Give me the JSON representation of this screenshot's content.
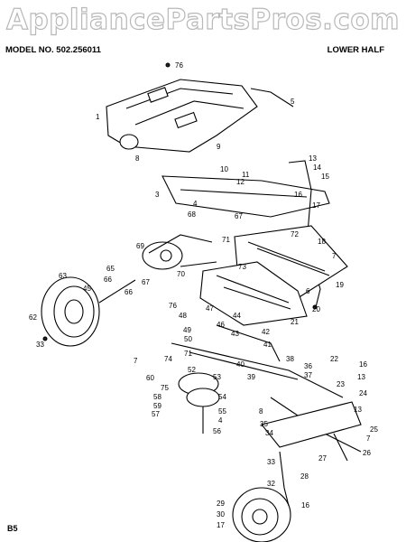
{
  "watermark": "AppliancePartsPros.com",
  "header": {
    "model": "MODEL NO. 502.256011",
    "section": "LOWER HALF"
  },
  "footer": {
    "page": "B5"
  },
  "callouts": [
    "76",
    "1",
    "5",
    "9",
    "8",
    "10",
    "11",
    "12",
    "13",
    "14",
    "15",
    "3",
    "16",
    "17",
    "68",
    "4",
    "67",
    "18",
    "72",
    "7",
    "69",
    "71",
    "73",
    "19",
    "65",
    "70",
    "45",
    "66",
    "67",
    "63",
    "6",
    "20",
    "76",
    "62",
    "48",
    "47",
    "44",
    "21",
    "49",
    "50",
    "46",
    "43",
    "42",
    "33",
    "71",
    "74",
    "41",
    "40",
    "39",
    "38",
    "36",
    "37",
    "22",
    "16",
    "7",
    "60",
    "52",
    "53",
    "13",
    "23",
    "75",
    "58",
    "59",
    "54",
    "57",
    "55",
    "4",
    "56",
    "24",
    "25",
    "34",
    "8",
    "7",
    "26",
    "27",
    "28",
    "33",
    "32",
    "16",
    "29",
    "30",
    "17",
    "35",
    "66",
    "13"
  ]
}
